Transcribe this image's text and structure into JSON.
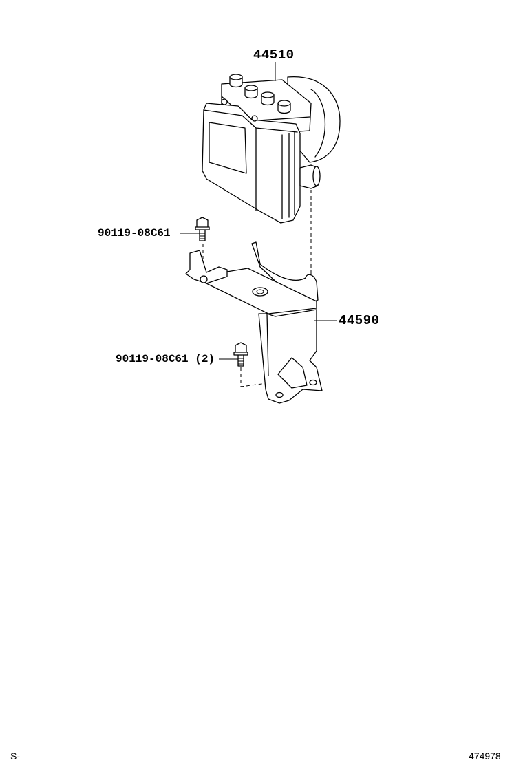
{
  "callouts": {
    "abs_actuator": "44510",
    "bracket": "44590",
    "bolt_upper": "90119-08C61",
    "bolt_lower": "90119-08C61 (2)"
  },
  "footer": {
    "left_code": "S-",
    "illustration_number": "474978"
  }
}
